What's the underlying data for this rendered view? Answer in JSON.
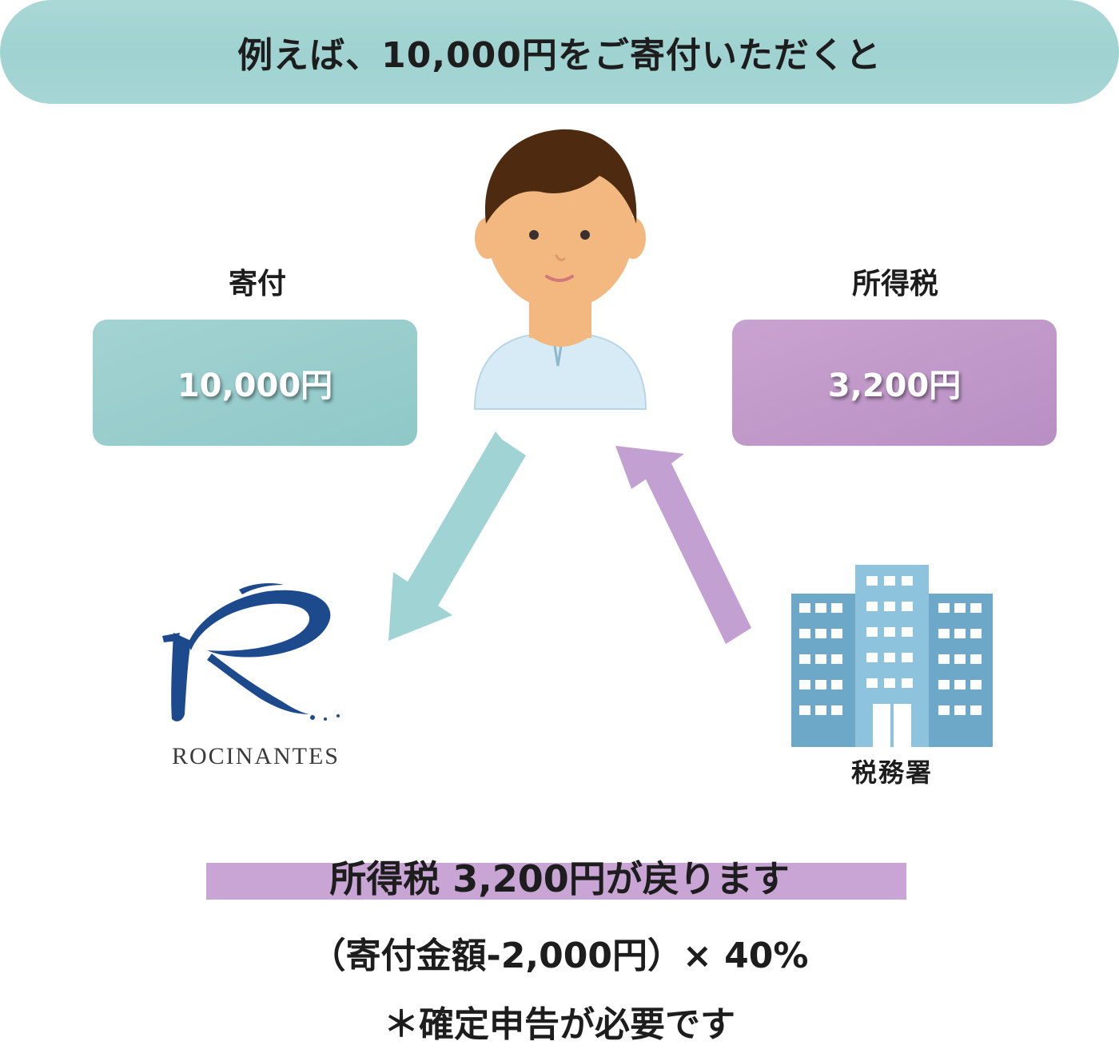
{
  "header": {
    "title": "例えば、10,000円をご寄付いただくと"
  },
  "donation": {
    "label": "寄付",
    "amount": "10,000円",
    "color": "#9fd2d1"
  },
  "income_tax": {
    "label": "所得税",
    "amount": "3,200円",
    "color": "#c09ad0"
  },
  "person": {
    "icon": "person-icon"
  },
  "organization": {
    "name": "ROCINANTES",
    "icon": "rocinantes-logo-icon"
  },
  "tax_office": {
    "label": "税務署",
    "icon": "building-icon"
  },
  "summary": {
    "refund_line": "所得税 3,200円が戻ります",
    "formula_line": "（寄付金額-2,000円）× 40%",
    "note_line": "＊確定申告が必要です"
  }
}
